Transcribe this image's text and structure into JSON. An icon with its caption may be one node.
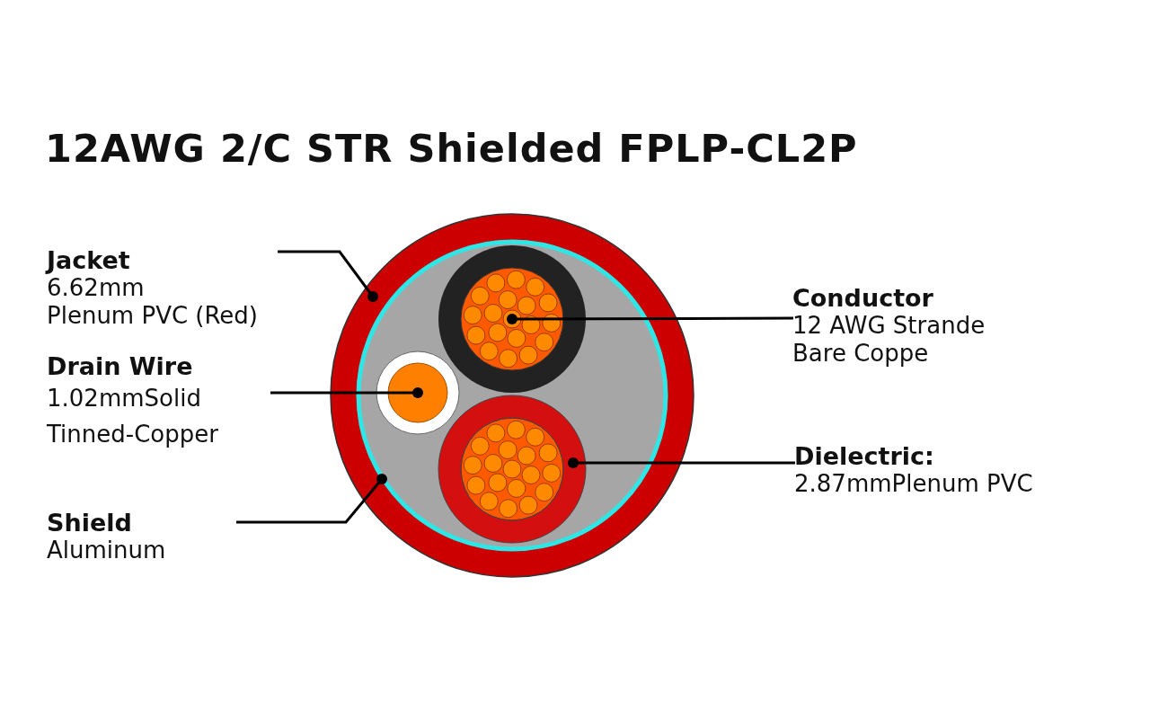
{
  "diagram": {
    "title": "12AWG 2/C STR Shielded FPLP-CL2P",
    "nodes": [
      {
        "text": [
          "Jacket",
          "6.62mm",
          "Plenum PVC (Red)"
        ]
      },
      {
        "text": [
          "Drain Wire",
          "1.02mmSolid Tinned-Copper"
        ]
      },
      {
        "text": [
          "Shield",
          "Aluminum"
        ]
      },
      {
        "text": [
          "Conductor",
          "12 AWG Strande Bare Coppe"
        ]
      },
      {
        "text": [
          "Dielectric:",
          "2.87mmPlenum PVC"
        ]
      },
      {
        "text": [],
        "shape": "circle"
      },
      {
        "text": [],
        "shape": "circle",
        "in": 9
      },
      {
        "text": [],
        "shape": "circle",
        "in": 9
      },
      {
        "text": [],
        "shape": "circle",
        "in": 9
      },
      {
        "text": [],
        "shape": "circle",
        "in": 5
      }
    ],
    "edges": [
      {
        "from": 0,
        "to": 5,
        "arrow": "other"
      },
      {
        "from": 1,
        "to": 7,
        "arrow": "other"
      },
      {
        "from": 2,
        "to": 9,
        "arrow": "other"
      },
      {
        "from": 3,
        "to": 6,
        "arrow": "other"
      },
      {
        "from": 4,
        "to": 8,
        "arrow": "other"
      }
    ]
  }
}
